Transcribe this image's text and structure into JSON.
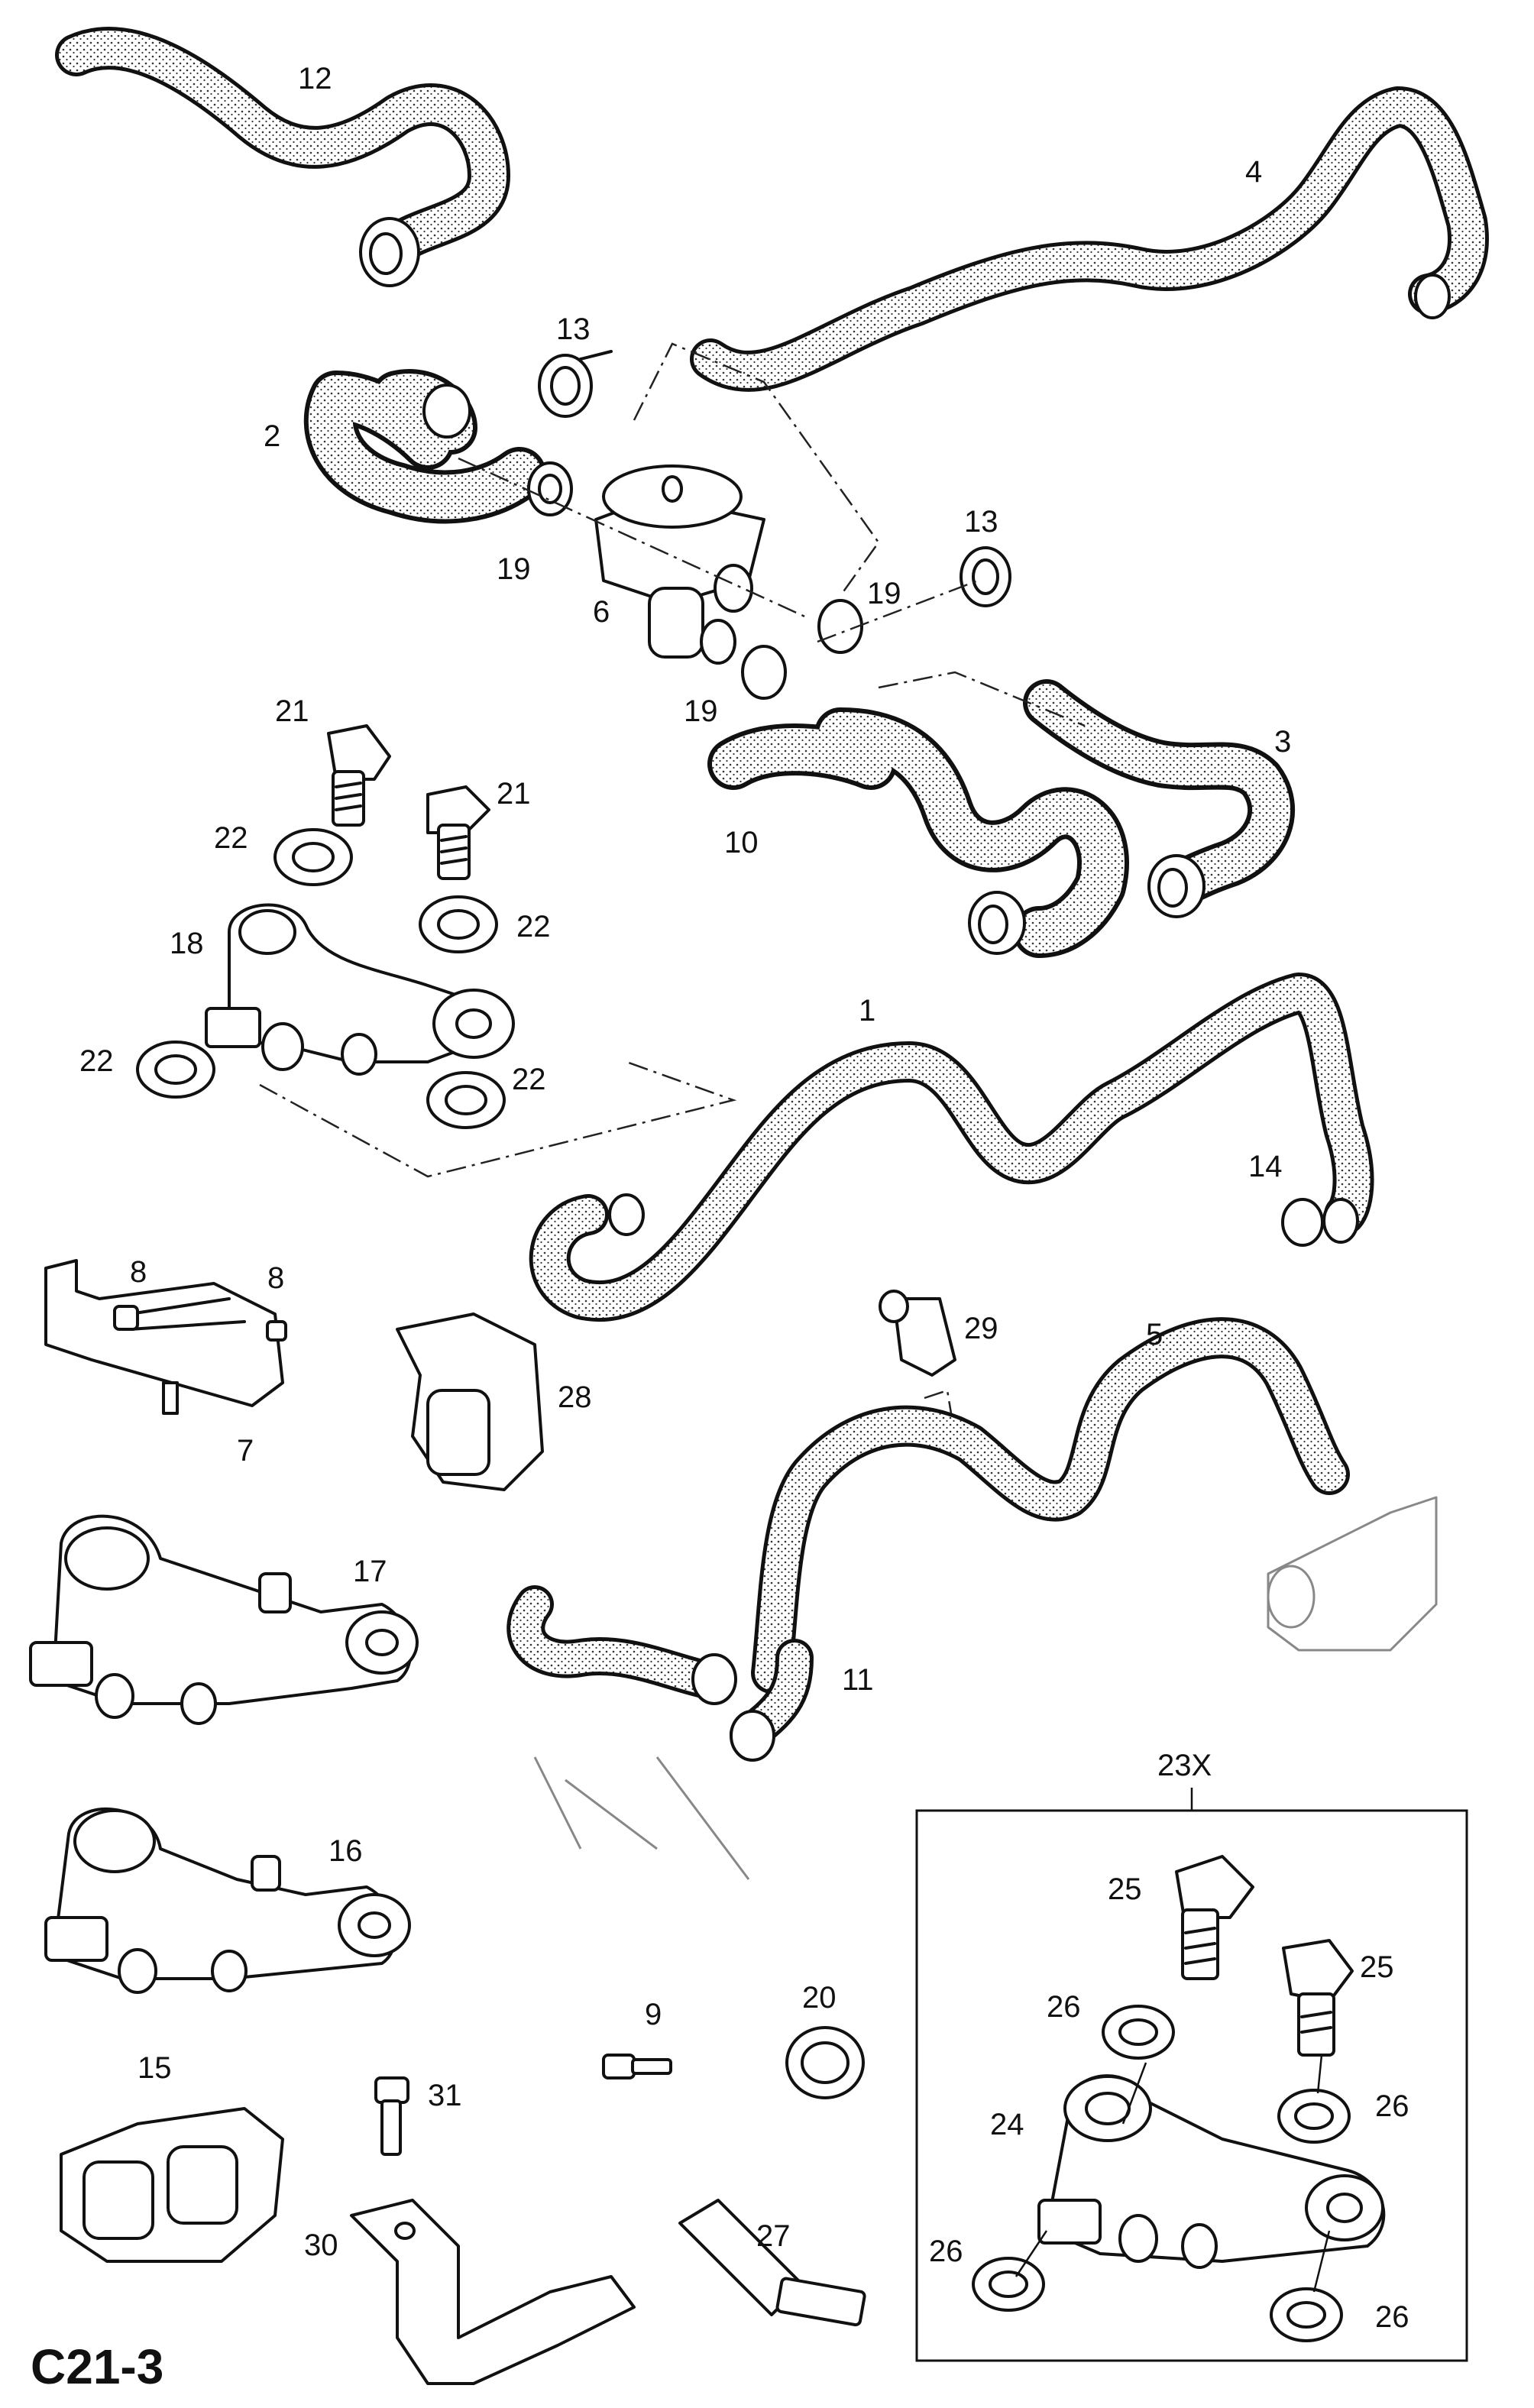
{
  "diagram_code": "C21-3",
  "kit_label": "23X",
  "labels": {
    "p1": "1",
    "p2": "2",
    "p3": "3",
    "p4": "4",
    "p5": "5",
    "p6": "6",
    "p7": "7",
    "p8a": "8",
    "p8b": "8",
    "p9": "9",
    "p10": "10",
    "p11": "11",
    "p12": "12",
    "p13a": "13",
    "p13b": "13",
    "p14": "14",
    "p15": "15",
    "p16": "16",
    "p17": "17",
    "p18": "18",
    "p19a": "19",
    "p19b": "19",
    "p19c": "19",
    "p20": "20",
    "p21a": "21",
    "p21b": "21",
    "p22a": "22",
    "p22b": "22",
    "p22c": "22",
    "p22d": "22",
    "p24": "24",
    "p25a": "25",
    "p25b": "25",
    "p26a": "26",
    "p26b": "26",
    "p26c": "26",
    "p26d": "26",
    "p27": "27",
    "p28": "28",
    "p29": "29",
    "p30": "30",
    "p31": "31"
  }
}
